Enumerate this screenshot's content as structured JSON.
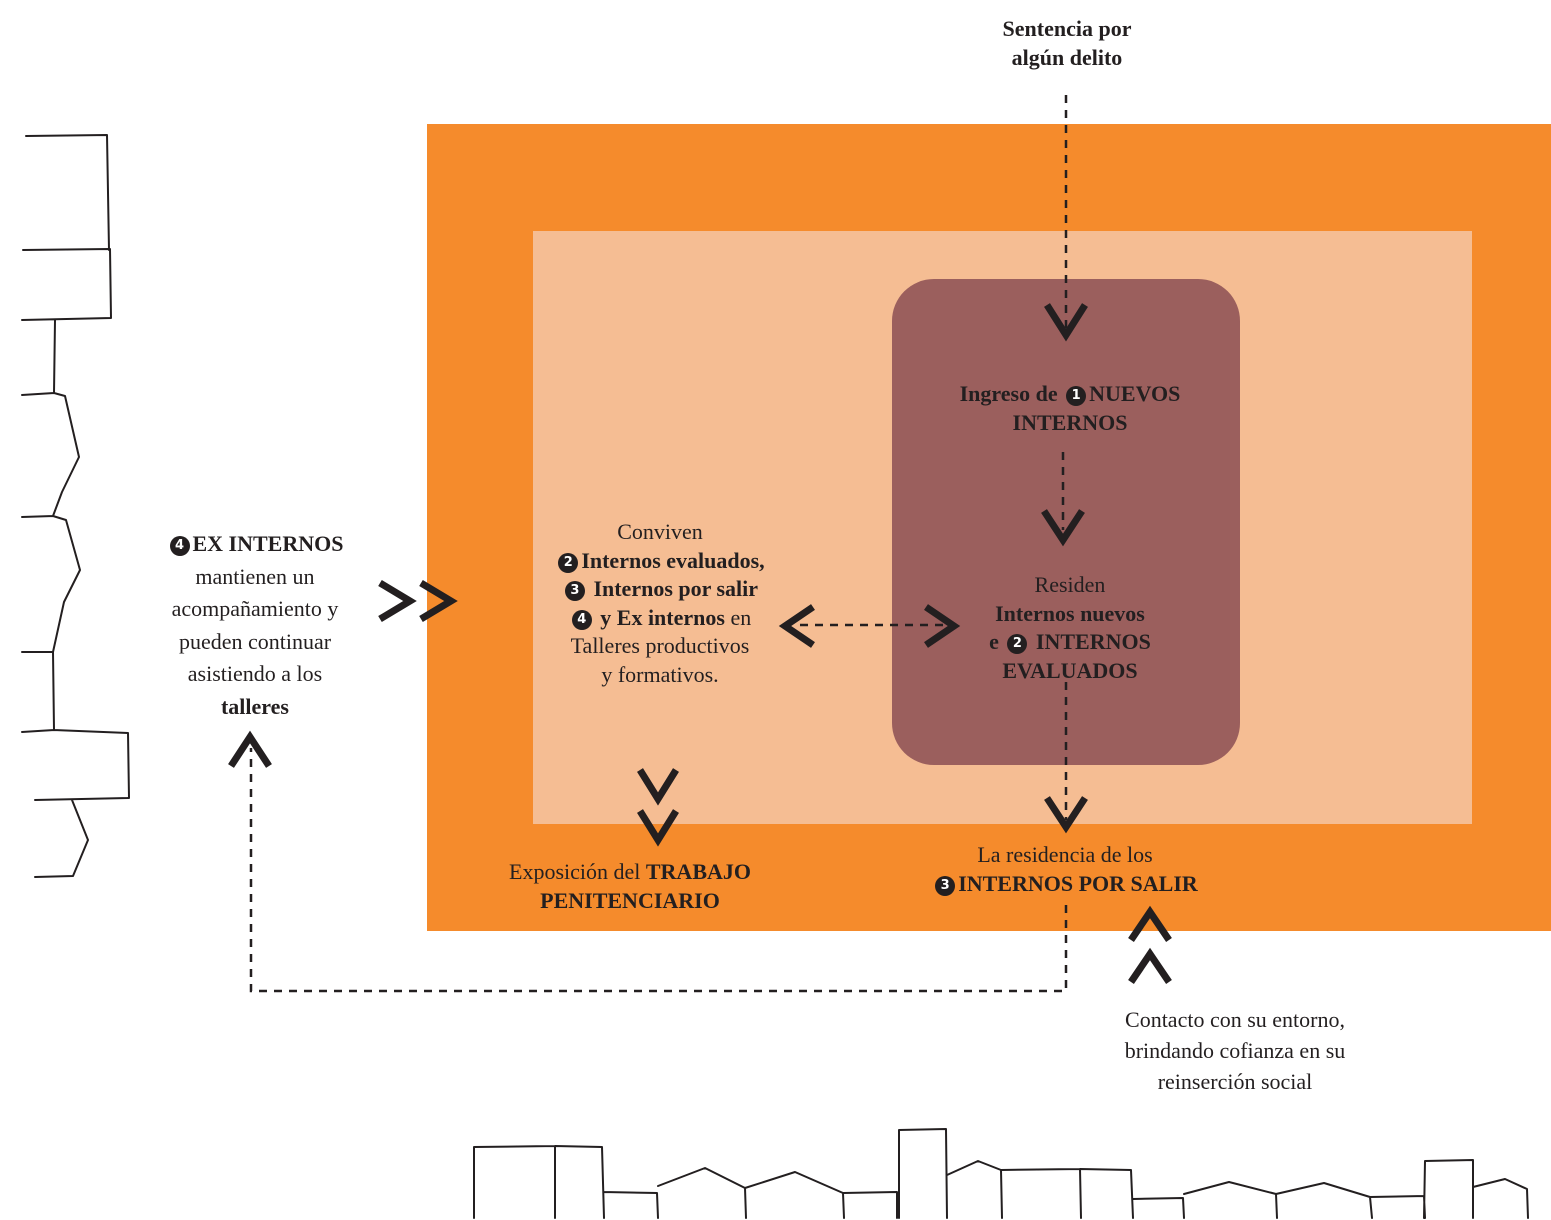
{
  "top_label": {
    "line1": "Sentencia por",
    "line2": "algún delito"
  },
  "core": {
    "ingreso_prefix": "Ingreso de",
    "ingreso_num": "1",
    "ingreso_bold1": "NUEVOS",
    "ingreso_bold2": "INTERNOS",
    "residen_title": "Residen",
    "residen_line1": "Internos nuevos",
    "residen_e": "e",
    "residen_num": "2",
    "residen_bold1": "INTERNOS",
    "residen_bold2": "EVALUADOS"
  },
  "middle": {
    "title": "Conviven",
    "num2": "2",
    "line1": "Internos evaluados,",
    "num3": "3",
    "line2": "Internos por salir",
    "num4": "4",
    "line3_bold": "y Ex internos",
    "line3_rest": " en",
    "line4": "Talleres productivos",
    "line5": "y formativos."
  },
  "left": {
    "num": "4",
    "title": "EX INTERNOS",
    "line1": "mantienen un",
    "line2": "acompañamiento y",
    "line3": "pueden continuar",
    "line4": "asistiendo a los",
    "line5": "talleres"
  },
  "exposicion": {
    "prefix": "Exposición del",
    "bold1": "TRABAJO",
    "bold2": "PENITENCIARIO"
  },
  "residencia": {
    "line1": "La residencia de los",
    "num": "3",
    "bold": "INTERNOS POR SALIR"
  },
  "contacto": {
    "line1": "Contacto con su entorno,",
    "line2": "brindando cofianza en su",
    "line3": "reinserción social"
  },
  "colors": {
    "outer_zone": "#f58b2c",
    "inner_zone": "#f5bd93",
    "core_zone": "#9b5f5d",
    "ink": "#231f20"
  }
}
